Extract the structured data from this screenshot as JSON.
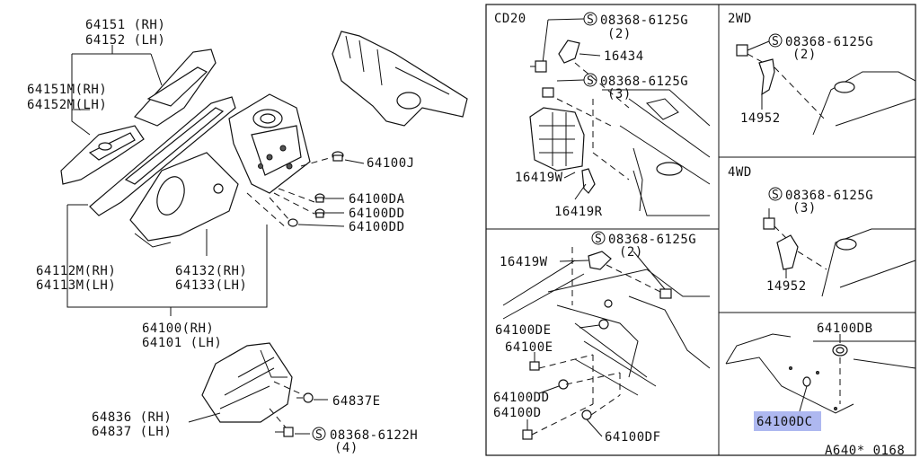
{
  "main": {
    "p64151": "64151 (RH)",
    "p64152": "64152 (LH)",
    "p64151m": "64151M(RH)",
    "p64152m": "64152M(LH)",
    "p64100j": "64100J",
    "p64100da": "64100DA",
    "p64100dd_a": "64100DD",
    "p64100dd_b": "64100DD",
    "p64112m": "64112M(RH)",
    "p64113m": "64113M(LH)",
    "p64132": "64132(RH)",
    "p64133": "64133(LH)",
    "p64100": "64100(RH)",
    "p64101": "64101 (LH)",
    "p64837e": "64837E",
    "p64836": "64836 (RH)",
    "p64837": "64837 (LH)",
    "bolt_6122h": "08368-6122H",
    "bolt_6122h_qty": "(4)"
  },
  "cd20": {
    "title": "CD20",
    "bolt_a": "08368-6125G",
    "bolt_a_qty": "(2)",
    "p16434": "16434",
    "bolt_b": "08368-6125G",
    "bolt_b_qty": "(3)",
    "p16419w": "16419W",
    "p16419r": "16419R"
  },
  "lower": {
    "bolt": "08368-6125G",
    "bolt_qty": "(2)",
    "p16419w": "16419W",
    "p64100de": "64100DE",
    "p64100e": "64100E",
    "p64100dd": "64100DD",
    "p64100d": "64100D",
    "p64100df": "64100DF"
  },
  "twowd": {
    "title": "2WD",
    "bolt": "08368-6125G",
    "bolt_qty": "(2)",
    "p14952": "14952"
  },
  "fourwd": {
    "title": "4WD",
    "bolt": "08368-6125G",
    "bolt_qty": "(3)",
    "p14952": "14952"
  },
  "insert": {
    "p64100db": "64100DB",
    "p64100dc": "64100DC"
  },
  "footer": {
    "code": "A640* 0168"
  },
  "symbols": {
    "circled_s": "S"
  }
}
